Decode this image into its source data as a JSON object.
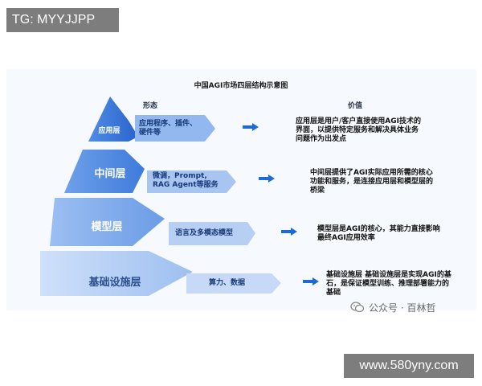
{
  "watermark_top": "TG: MYYJJPP",
  "watermark_bottom": "www.580yny.com",
  "diagram": {
    "title": "中国AGI市场四层结构示意图",
    "col_form": "形态",
    "col_value": "价值",
    "layers": [
      {
        "name": "应用层",
        "form_lines": [
          "应用程序、插件、",
          "硬件等"
        ],
        "value_lines": [
          "应用层是用户/客户直接使用AGI技术的",
          "界面，以提供特定服务和解决具体业务",
          "问题作为出发点"
        ]
      },
      {
        "name": "中间层",
        "form_lines": [
          "微调，Prompt,",
          "RAG Agent等服务"
        ],
        "value_lines": [
          "中间层提供了AGI实际应用所需的核心",
          "功能和服务，是连接应用层和模型层的",
          "桥梁"
        ]
      },
      {
        "name": "模型层",
        "form_lines": [
          "语言及多模态模型"
        ],
        "value_lines": [
          "模型层是AGI的核心，其能力直接影响",
          "最终AGI应用效率"
        ]
      },
      {
        "name": "基础设施层",
        "form_lines": [
          "算力、数据"
        ],
        "value_lines": [
          "基础设施层 基础设施层是实现AGI的基",
          "石，是保证模型训练、推理部署能力的",
          "基础"
        ]
      }
    ]
  },
  "footer": {
    "wechat_label": "公众号 · 百林哲",
    "icon": "wechat-icon"
  },
  "colors": {
    "tier1": "#2f6fd6",
    "tier2": "#4a86e2",
    "tier3": "#7aa6eb",
    "tier4": "#a9c6f3",
    "arrow": "#1f6bd6"
  }
}
